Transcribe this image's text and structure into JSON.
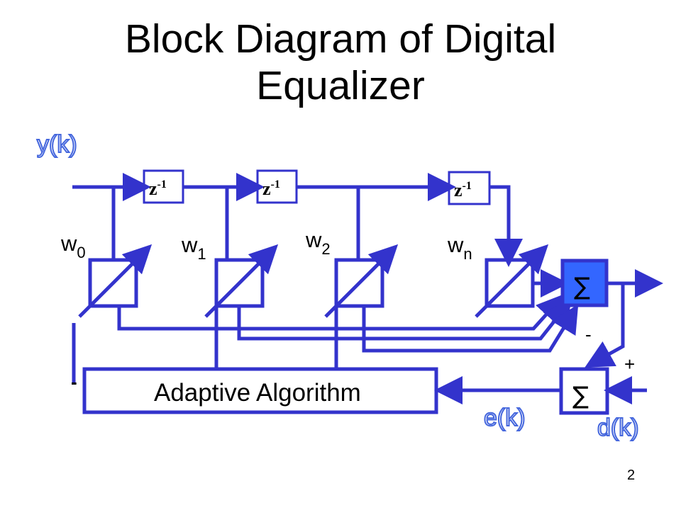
{
  "slide": {
    "title_line1": "Block Diagram of Digital",
    "title_line2": "Equalizer",
    "page_number": "2"
  },
  "labels": {
    "input": "y(k)",
    "error": "e(k)",
    "desired": "d(k)",
    "minus": "-",
    "plus": "+",
    "left_dash": "-"
  },
  "delays": [
    {
      "base": "z",
      "exp": "-1"
    },
    {
      "base": "z",
      "exp": "-1"
    },
    {
      "base": "z",
      "exp": "-1"
    }
  ],
  "weights": [
    {
      "base": "w",
      "sub": "0"
    },
    {
      "base": "w",
      "sub": "1"
    },
    {
      "base": "w",
      "sub": "2"
    },
    {
      "base": "w",
      "sub": "n"
    }
  ],
  "blocks": {
    "adaptive": "Adaptive Algorithm",
    "sum_symbol": "∑",
    "error_sum_symbol": "∑"
  },
  "colors": {
    "line": "#3333CC",
    "sum_fill": "#3366FF",
    "outline_text_stroke": "#4466DD",
    "text": "#000000"
  }
}
